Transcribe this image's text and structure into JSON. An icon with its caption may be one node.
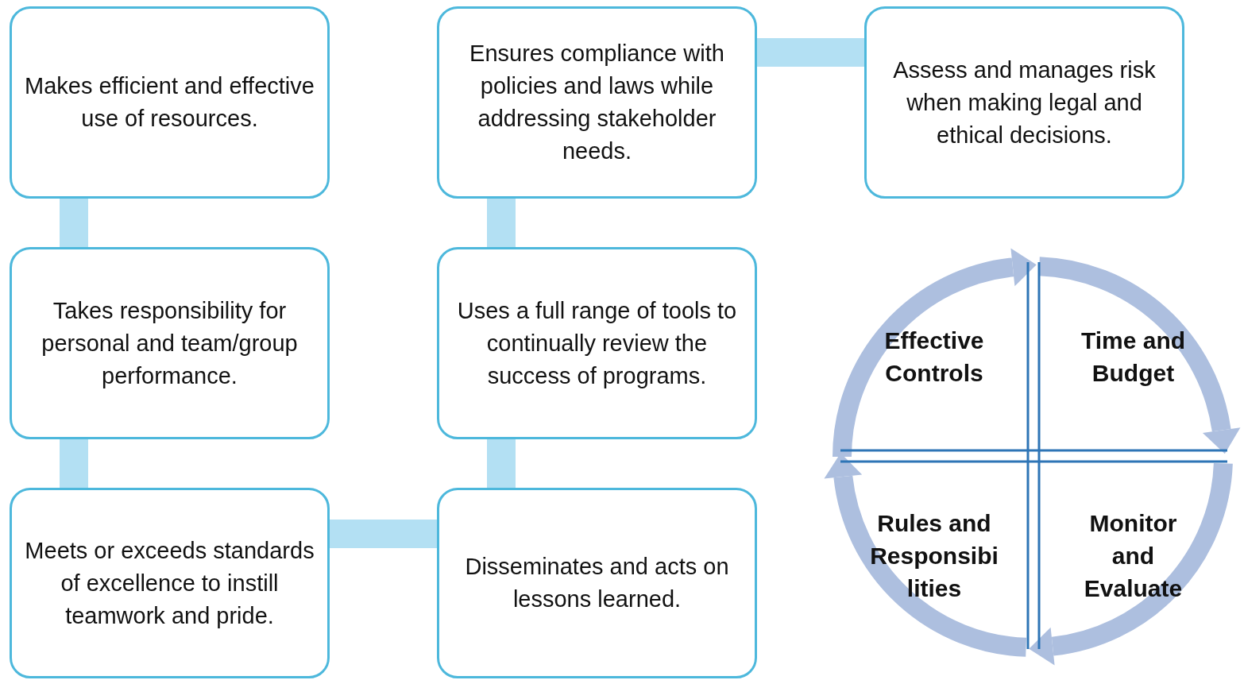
{
  "diagram": {
    "nodes": [
      {
        "text": [
          "Makes efficient and effective use of resources."
        ]
      },
      {
        "text": [
          "Ensures compliance with policies and laws while addressing stakeholder needs."
        ]
      },
      {
        "text": [
          "Assess and manages risk when making legal and ethical decisions."
        ]
      },
      {
        "text": [
          "Takes responsibility for personal and team/group performance."
        ]
      },
      {
        "text": [
          "Uses a full range of tools to continually review the success of programs."
        ]
      },
      {
        "text": [
          "Meets or exceeds standards of excellence to instill teamwork and pride."
        ]
      },
      {
        "text": [
          "Disseminates and acts on lessons learned."
        ]
      },
      {
        "text": [
          "Effective Controls"
        ]
      },
      {
        "text": [
          "Time and Budget"
        ]
      },
      {
        "text": [
          "Rules and Responsibilities"
        ]
      },
      {
        "text": [
          "Monitor and Evaluate"
        ]
      }
    ],
    "edges": [
      {
        "from": 0,
        "to": 3,
        "arrow": "none"
      },
      {
        "from": 3,
        "to": 5,
        "arrow": "none"
      },
      {
        "from": 5,
        "to": 6,
        "arrow": "none"
      },
      {
        "from": 6,
        "to": 4,
        "arrow": "none"
      },
      {
        "from": 4,
        "to": 1,
        "arrow": "none"
      },
      {
        "from": 1,
        "to": 2,
        "arrow": "none"
      }
    ]
  }
}
